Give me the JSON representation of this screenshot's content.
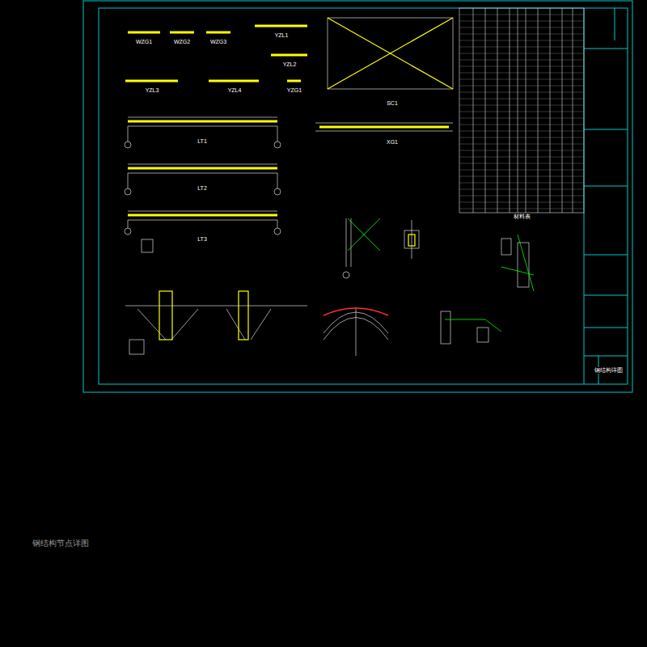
{
  "diagram": {
    "labels": [
      "WZG1",
      "WZG2",
      "WZG3",
      "YZL1",
      "YZL2",
      "YZL3",
      "YZL4",
      "YZG1",
      "SC1",
      "XG1",
      "LT1",
      "LT2",
      "LT3",
      "材料表",
      "钢结构详图",
      "钢结构节点详图"
    ]
  }
}
